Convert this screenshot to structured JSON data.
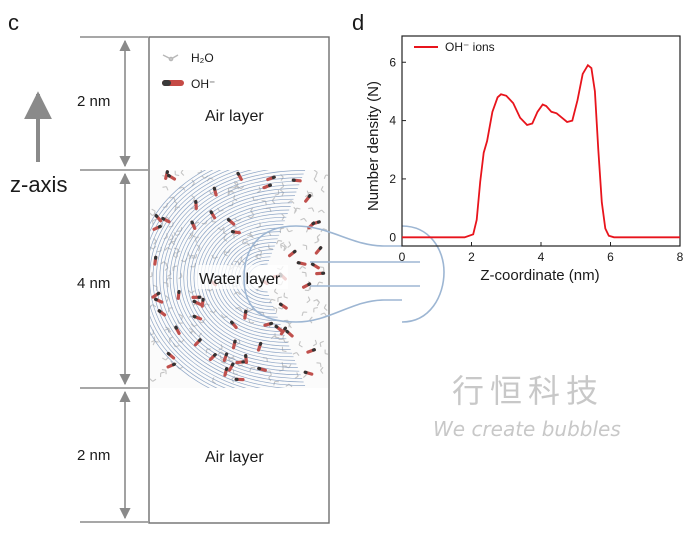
{
  "panel_c": {
    "letter": "c",
    "axis_label": "z-axis",
    "legend": {
      "water": "H₂O",
      "hydroxide": "OH⁻"
    },
    "layers": [
      {
        "name": "Air layer",
        "thickness": "2 nm"
      },
      {
        "name": "Water layer",
        "thickness": "4 nm"
      },
      {
        "name": "Air layer",
        "thickness": "2 nm"
      }
    ]
  },
  "panel_d": {
    "letter": "d",
    "chart_data": {
      "type": "line",
      "xlabel": "Z-coordinate (nm)",
      "ylabel": "Number density (N)",
      "xlim": [
        0,
        8
      ],
      "ylim": [
        -0.3,
        6.9
      ],
      "xticks": [
        0,
        2,
        4,
        6,
        8
      ],
      "yticks": [
        0,
        2,
        4,
        6
      ],
      "legend_position": "top-left",
      "series": [
        {
          "name": "OH⁻ ions",
          "color": "#e8141c",
          "x": [
            0,
            1.8,
            2.05,
            2.15,
            2.25,
            2.35,
            2.45,
            2.6,
            2.75,
            2.85,
            3.0,
            3.2,
            3.4,
            3.6,
            3.75,
            3.9,
            4.05,
            4.15,
            4.3,
            4.45,
            4.6,
            4.75,
            4.9,
            5.05,
            5.2,
            5.35,
            5.45,
            5.55,
            5.65,
            5.75,
            5.85,
            5.95,
            6.1,
            8.0
          ],
          "y": [
            0,
            0,
            0.1,
            0.6,
            1.9,
            2.9,
            3.3,
            4.3,
            4.8,
            4.9,
            4.85,
            4.6,
            4.1,
            3.85,
            3.9,
            4.3,
            4.55,
            4.5,
            4.3,
            4.25,
            4.1,
            3.95,
            4.0,
            4.7,
            5.6,
            5.9,
            5.8,
            5.0,
            3.0,
            1.2,
            0.3,
            0.05,
            0,
            0
          ]
        }
      ]
    }
  },
  "watermark": {
    "chinese": "行恒科技",
    "english": "We create bubbles"
  }
}
